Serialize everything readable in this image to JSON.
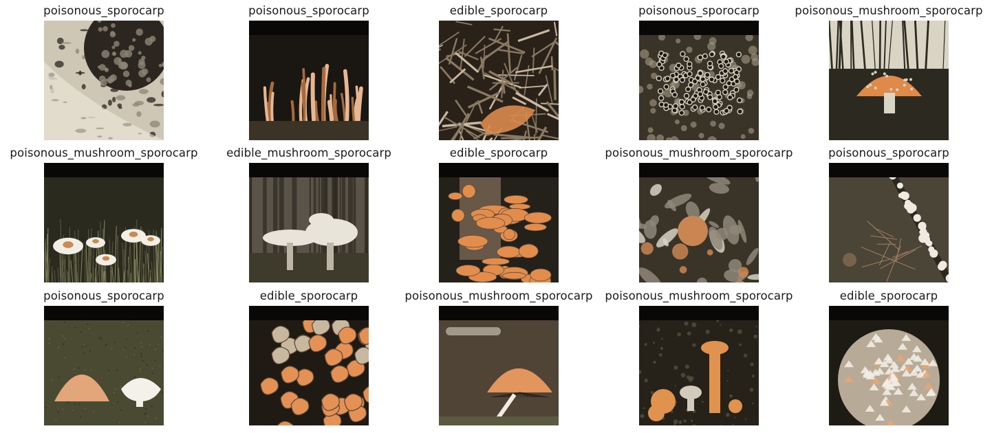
{
  "figure": {
    "rows": 3,
    "cols": 5,
    "panels": [
      {
        "title": "poisonous_sporocarp",
        "scene": "morel-closeup",
        "letterbox": "none",
        "palette": {
          "bg": "#cfc7b6",
          "a": "#2b2620",
          "b": "#8d8475",
          "c": "#efe9dc"
        }
      },
      {
        "title": "poisonous_sporocarp",
        "scene": "coral-fungus",
        "letterbox": "both",
        "palette": {
          "bg": "#1a1712",
          "a": "#e7b793",
          "b": "#a66a3f",
          "c": "#3b3326"
        }
      },
      {
        "title": "edible_sporocarp",
        "scene": "pine-needles",
        "letterbox": "none",
        "palette": {
          "bg": "#2a2219",
          "a": "#8a7a63",
          "b": "#d98a4e",
          "c": "#c9b9a2"
        }
      },
      {
        "title": "poisonous_sporocarp",
        "scene": "honeycomb",
        "letterbox": "both",
        "palette": {
          "bg": "#3a3328",
          "a": "#d9d1c3",
          "b": "#1c1812",
          "c": "#a79b86"
        }
      },
      {
        "title": "poisonous_mushroom_sporocarp",
        "scene": "amanita-forest",
        "letterbox": "none",
        "palette": {
          "bg": "#2c2a20",
          "a": "#e08a4a",
          "b": "#8f8a74",
          "c": "#d9d4c4"
        }
      },
      {
        "title": "poisonous_mushroom_sporocarp",
        "scene": "white-caps-grass",
        "letterbox": "both",
        "palette": {
          "bg": "#2a2a1e",
          "a": "#f2eee6",
          "b": "#c98a55",
          "c": "#5b5a40"
        }
      },
      {
        "title": "edible_mushroom_sporocarp",
        "scene": "parasol-forest",
        "letterbox": "both",
        "palette": {
          "bg": "#5a5448",
          "a": "#e8e4da",
          "b": "#bdb6a6",
          "c": "#2e2a22"
        }
      },
      {
        "title": "edible_sporocarp",
        "scene": "bracket-orange",
        "letterbox": "both",
        "palette": {
          "bg": "#24201a",
          "a": "#e38d4c",
          "b": "#a98f73",
          "c": "#5c4c3b"
        }
      },
      {
        "title": "poisonous_mushroom_sporocarp",
        "scene": "leaf-litter",
        "letterbox": "both",
        "palette": {
          "bg": "#3a3328",
          "a": "#c98652",
          "b": "#8f8778",
          "c": "#d8d2c4"
        }
      },
      {
        "title": "poisonous_sporocarp",
        "scene": "branch-frost",
        "letterbox": "both",
        "palette": {
          "bg": "#4a4536",
          "a": "#efe9e0",
          "b": "#2a271e",
          "c": "#a37f62"
        }
      },
      {
        "title": "poisonous_sporocarp",
        "scene": "two-caps-ground",
        "letterbox": "both",
        "palette": {
          "bg": "#4a4a32",
          "a": "#e2a67a",
          "b": "#f4f1ea",
          "c": "#2c2b20"
        }
      },
      {
        "title": "edible_sporocarp",
        "scene": "chanterelle-cluster",
        "letterbox": "both",
        "palette": {
          "bg": "#1f1a14",
          "a": "#e39154",
          "b": "#c9b8a0",
          "c": "#5c4430"
        }
      },
      {
        "title": "poisonous_mushroom_sporocarp",
        "scene": "mushroom-gills",
        "letterbox": "both",
        "palette": {
          "bg": "#4f4435",
          "a": "#e2955c",
          "b": "#f2ede4",
          "c": "#2b241c"
        }
      },
      {
        "title": "poisonous_mushroom_sporocarp",
        "scene": "orange-stalks",
        "letterbox": "both",
        "palette": {
          "bg": "#262219",
          "a": "#e0924f",
          "b": "#d2cbbb",
          "c": "#5a5640"
        }
      },
      {
        "title": "edible_sporocarp",
        "scene": "cauliflower",
        "letterbox": "both",
        "palette": {
          "bg": "#1e1a14",
          "a": "#f1ece3",
          "b": "#b7ab98",
          "c": "#e7a57a"
        }
      }
    ]
  }
}
